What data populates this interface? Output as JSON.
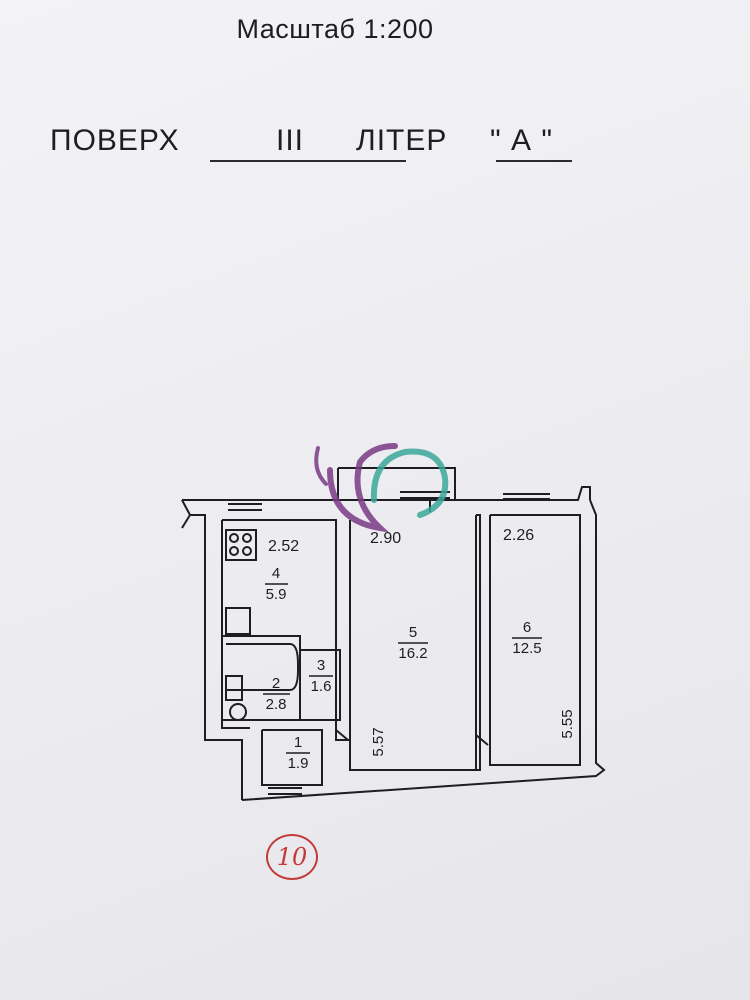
{
  "header": {
    "scale": "Масштаб 1:200",
    "floor_label": "ПОВЕРХ",
    "floor_value": "III",
    "liter_label": "ЛІТЕР",
    "liter_value": "\" А \""
  },
  "plan": {
    "rooms": [
      {
        "number": "1",
        "area": "1.9"
      },
      {
        "number": "2",
        "area": "2.8"
      },
      {
        "number": "3",
        "area": "1.6"
      },
      {
        "number": "4",
        "area": "5.9"
      },
      {
        "number": "5",
        "area": "16.2"
      },
      {
        "number": "6",
        "area": "12.5"
      }
    ],
    "dimensions": {
      "kitchen_width": "2.52",
      "room5_width": "2.90",
      "room6_width": "2.26",
      "room5_length": "5.57",
      "room6_length": "5.55"
    },
    "apartment_number": "10"
  },
  "colors": {
    "ink": "#1d1d22",
    "wall_fill": "#ffffff",
    "stamp_red": "#c23a3a",
    "watermark_purple": "#7a3b86",
    "watermark_green": "#3aa89a"
  }
}
